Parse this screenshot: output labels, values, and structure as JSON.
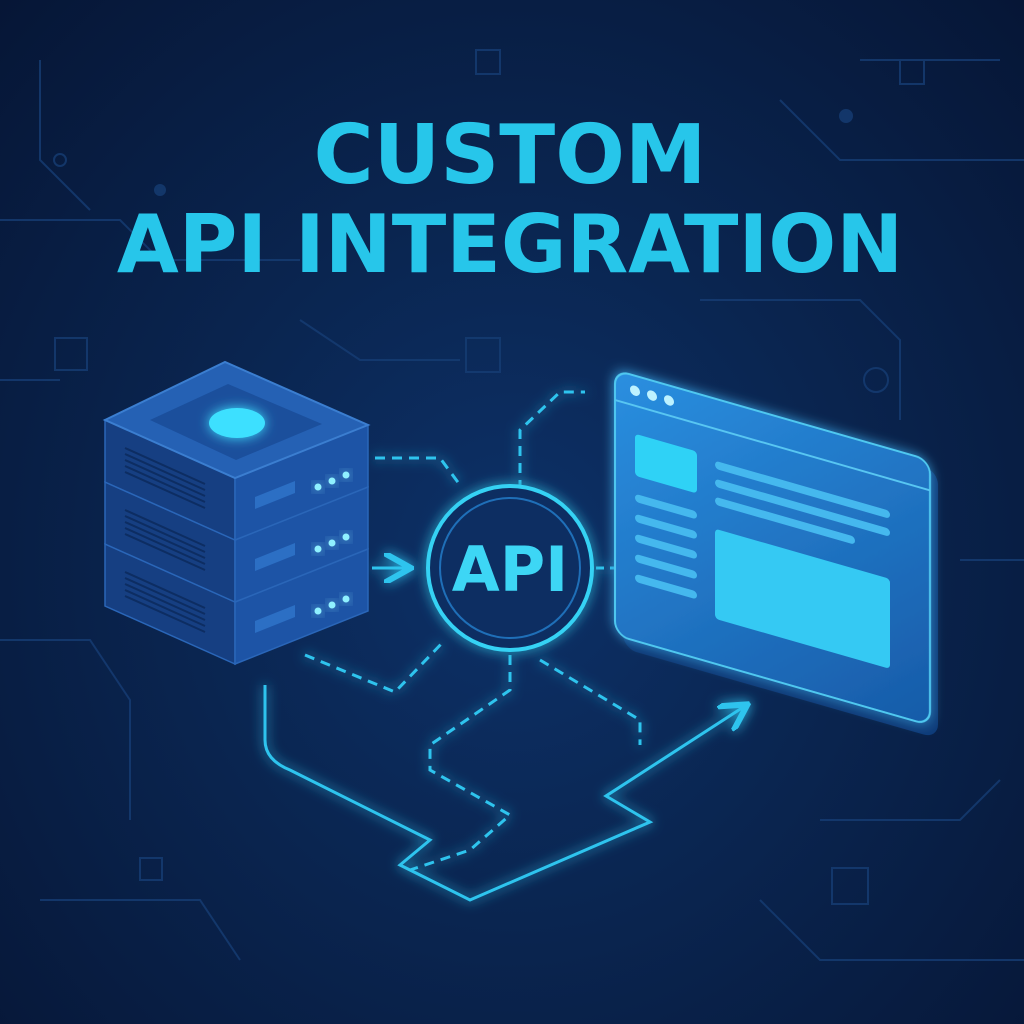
{
  "title": {
    "line1": "CUSTOM",
    "line2": "API INTEGRATION"
  },
  "hub": {
    "label": "API"
  },
  "colors": {
    "background": "#0a2550",
    "accent": "#27c6ea",
    "server": "#1c4e9a",
    "screen": "#1e7fd0"
  },
  "icons": [
    "server-stack-icon",
    "api-hub-icon",
    "browser-window-icon"
  ]
}
